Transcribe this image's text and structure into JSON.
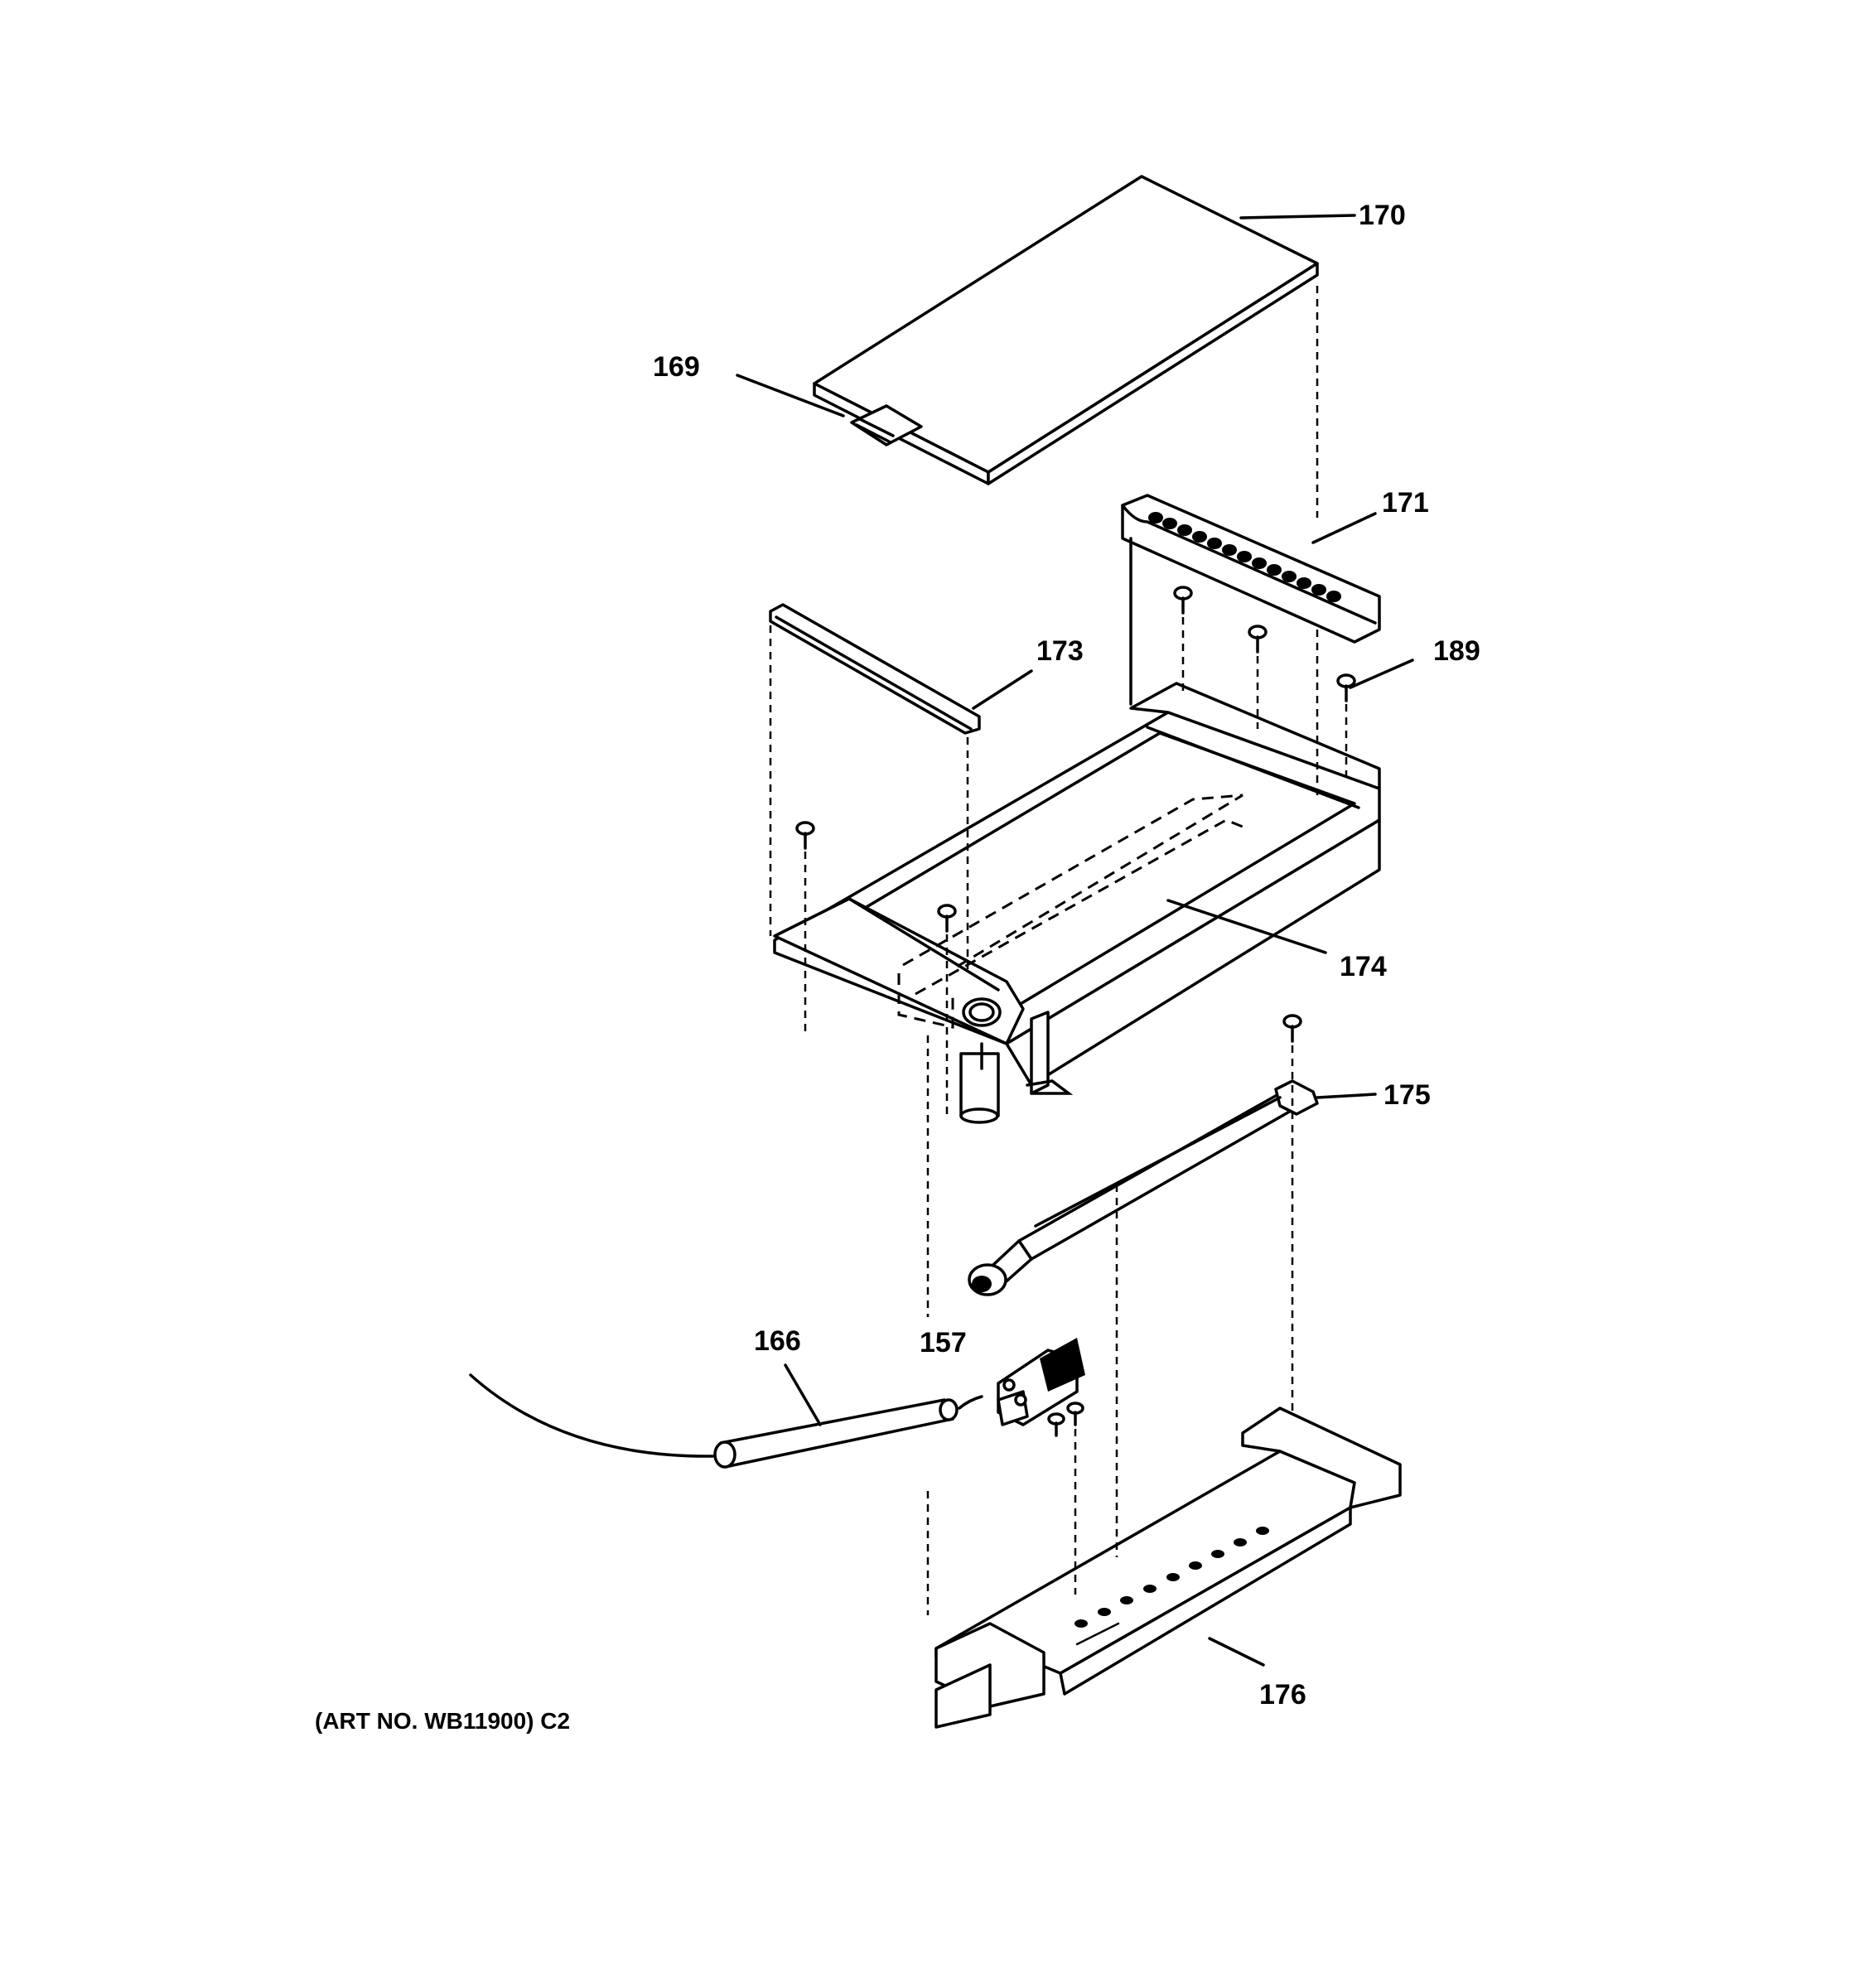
{
  "parts": [
    {
      "number": "169"
    },
    {
      "number": "170"
    },
    {
      "number": "171"
    },
    {
      "number": "173"
    },
    {
      "number": "174"
    },
    {
      "number": "175"
    },
    {
      "number": "189"
    },
    {
      "number": "166"
    },
    {
      "number": "157"
    },
    {
      "number": "176"
    }
  ],
  "art_number": "(ART NO. WB11900) C2"
}
